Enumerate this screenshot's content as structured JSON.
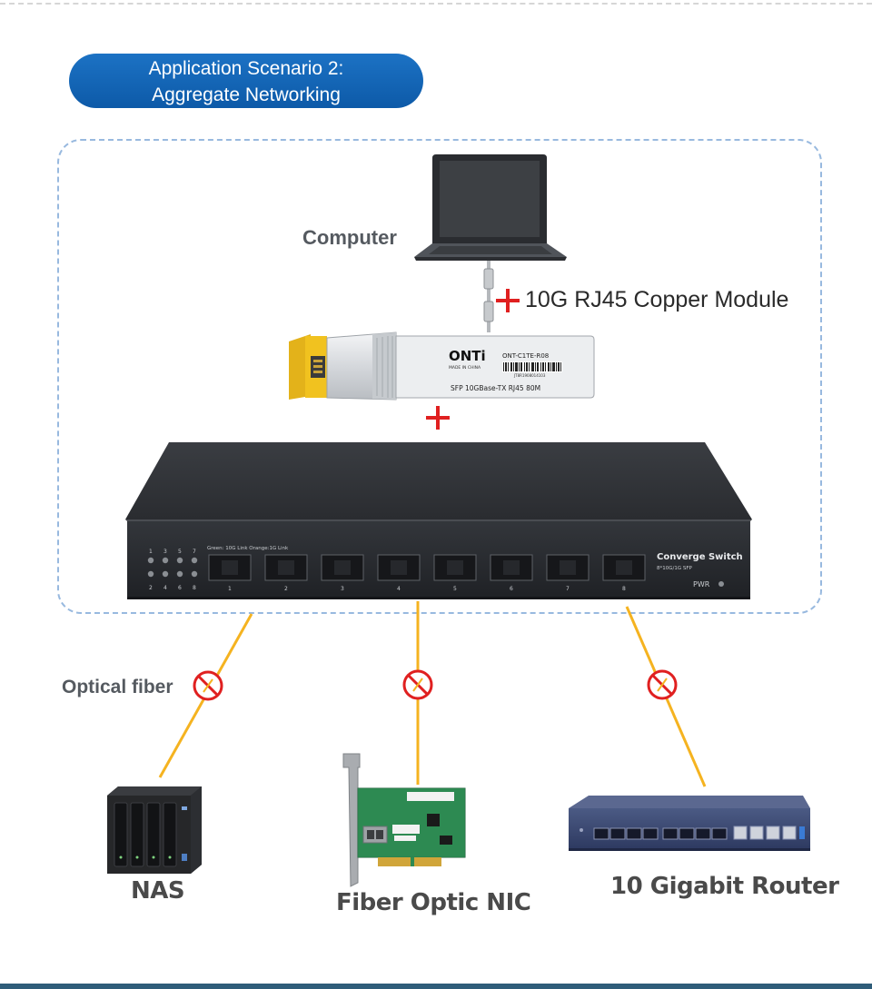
{
  "title": {
    "line1": "Application Scenario 2:",
    "line2": "Aggregate Networking"
  },
  "labels": {
    "computer": "Computer",
    "copper_module": "10G RJ45 Copper Module",
    "optical_fiber": "Optical fiber",
    "nas": "NAS",
    "fiber_nic": "Fiber Optic NIC",
    "router": "10 Gigabit Router"
  },
  "module": {
    "brand": "ONTi",
    "made_in": "MADE IN CHINA",
    "part_number": "ONT-C1TE-R08",
    "serial": "JT8R1908014103",
    "spec": "SFP  10GBase-TX  RJ45  80M"
  },
  "switch": {
    "name": "Converge Switch",
    "subtitle": "8*10G/1G SFP",
    "legend": "Green: 10G Link  Orange:1G Link",
    "power": "PWR",
    "port_numbers": [
      "1",
      "2",
      "3",
      "4",
      "5",
      "6",
      "7",
      "8"
    ],
    "led_top": [
      "1",
      "3",
      "5",
      "7"
    ],
    "led_bottom": [
      "2",
      "4",
      "6",
      "8"
    ]
  },
  "colors": {
    "title_bg": "#1467b8",
    "frame_border": "#98b9df",
    "fiber_line": "#f5b320",
    "plus_sign": "#e02020",
    "no_symbol": "#e02020",
    "label_text": "#555a60"
  },
  "icons": [
    "laptop-icon",
    "sfp-module-icon",
    "switch-icon",
    "nas-icon",
    "nic-card-icon",
    "router-icon",
    "no-entry-icon"
  ]
}
